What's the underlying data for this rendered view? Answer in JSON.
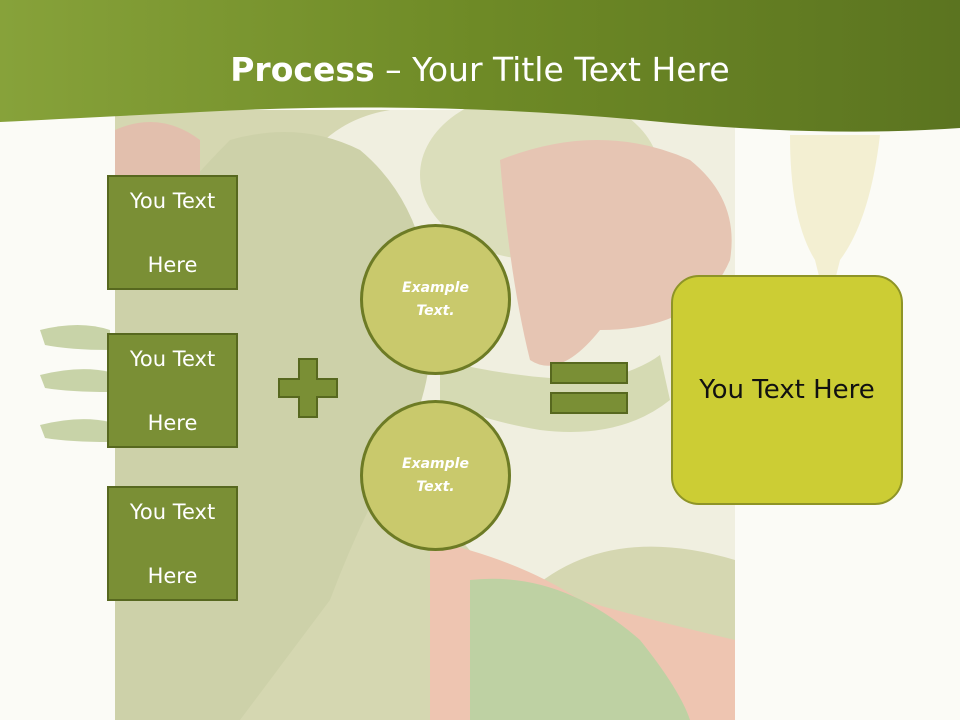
{
  "title": {
    "bold": "Process",
    "rest": " – Your Title Text Here"
  },
  "left_boxes": [
    {
      "line1": "You Text",
      "line2": "Here"
    },
    {
      "line1": "You Text",
      "line2": "Here"
    },
    {
      "line1": "You Text",
      "line2": "Here"
    }
  ],
  "circles": [
    {
      "line1": "Example",
      "line2": "Text."
    },
    {
      "line1": "Example",
      "line2": "Text."
    }
  ],
  "result_box": {
    "label": "You Text Here"
  },
  "operators": {
    "plus": "plus-icon",
    "equals": "equals-icon"
  },
  "colors": {
    "header_green": "#6f8a24",
    "box_fill": "#7a8f35",
    "circle_fill": "#c9c96c",
    "result_fill": "#cccd34"
  }
}
